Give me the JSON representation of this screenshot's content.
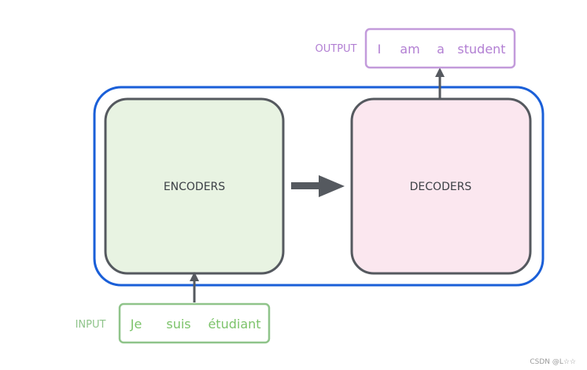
{
  "diagram": {
    "output_label": "OUTPUT",
    "output_tokens": [
      "I",
      "am",
      "a",
      "student"
    ],
    "input_label": "INPUT",
    "input_tokens": [
      "Je",
      "suis",
      "étudiant"
    ],
    "encoders_label": "ENCODERS",
    "decoders_label": "DECODERS"
  },
  "watermark": "CSDN @L☆☆",
  "colors": {
    "container_border": "#1a5fd8",
    "box_border": "#55595f",
    "encoder_fill": "#e8f3e2",
    "decoder_fill": "#fbe7ef",
    "arrow": "#55595f",
    "output_text": "#b27fd3",
    "output_border": "#c39bdb",
    "input_text": "#7cc36a",
    "input_border": "#8fc48a",
    "box_label": "#3c4046"
  }
}
